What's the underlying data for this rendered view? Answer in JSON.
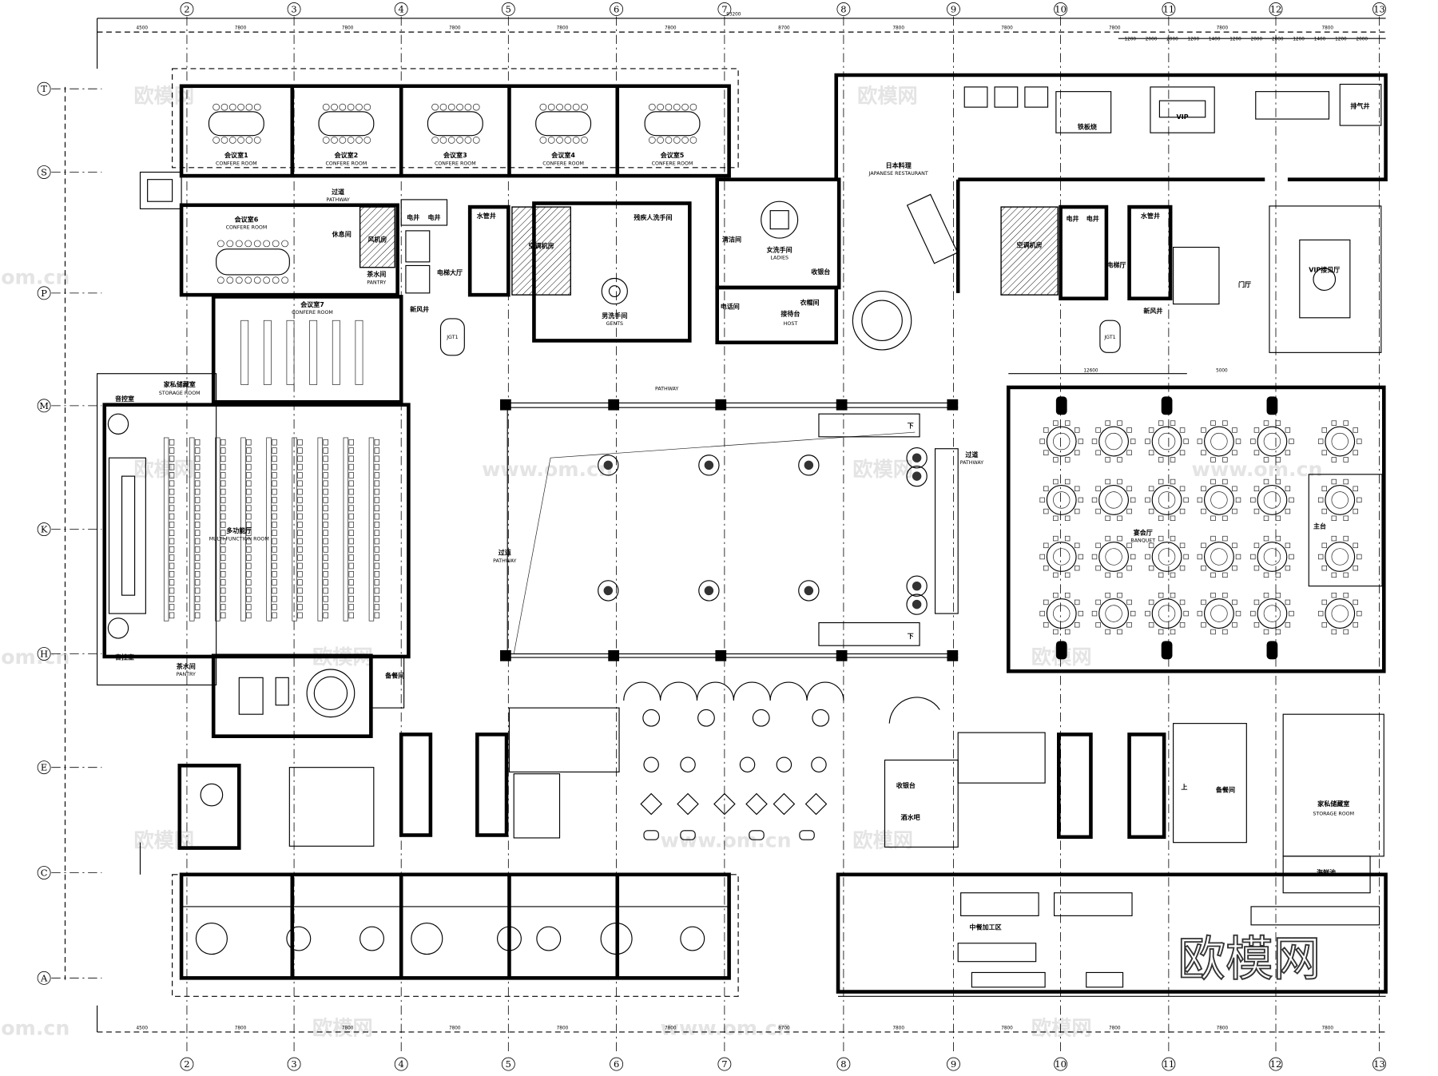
{
  "grid": {
    "columns": [
      "2",
      "3",
      "4",
      "5",
      "6",
      "7",
      "8",
      "9",
      "10",
      "11",
      "12",
      "13"
    ],
    "rows": [
      "T",
      "S",
      "P",
      "M",
      "K",
      "H",
      "E",
      "C",
      "A"
    ]
  },
  "dimensions": {
    "overall": "93200",
    "top_bays": [
      "4500",
      "7800",
      "7800",
      "7800",
      "7800",
      "7800",
      "8700",
      "7800",
      "7800",
      "7800",
      "7800",
      "7800"
    ],
    "sub_bays": [
      "1200",
      "2000",
      "2000",
      "1200",
      "1400",
      "1200",
      "2000",
      "2000",
      "1200",
      "1400",
      "1200",
      "2000"
    ],
    "banquet": [
      "12600",
      "5000"
    ]
  },
  "rooms": {
    "conf1": {
      "cn": "会议室1",
      "en": "CONFERE ROOM"
    },
    "conf2": {
      "cn": "会议室2",
      "en": "CONFERE ROOM"
    },
    "conf3": {
      "cn": "会议室3",
      "en": "CONFERE ROOM"
    },
    "conf4": {
      "cn": "会议室4",
      "en": "CONFERE ROOM"
    },
    "conf5": {
      "cn": "会议室5",
      "en": "CONFERE ROOM"
    },
    "conf6": {
      "cn": "会议室6",
      "en": "CONFERE ROOM"
    },
    "conf7": {
      "cn": "会议室7",
      "en": "CONFERE ROOM"
    },
    "pathway_top": {
      "cn": "过道",
      "en": "PATHWAY"
    },
    "rest_room": "休息间",
    "pantry": {
      "cn": "茶水间",
      "en": "PANTRY"
    },
    "fan_room": "风机房",
    "elec_shaft": "电井",
    "water_shaft": "水管井",
    "ac_room": "空调机房",
    "lift_lobby": "电梯大厅",
    "disabled_wc": "残疾人洗手间",
    "gents": {
      "cn": "男洗手间",
      "en": "GENTS"
    },
    "fresh_air": "新风井",
    "jgt": "JGT1",
    "ladies": {
      "cn": "女洗手间",
      "en": "LADIES"
    },
    "cleaning": "清洁间",
    "phone": "电话间",
    "cloak": "衣帽间",
    "host": {
      "cn": "接待台",
      "en": "HOST"
    },
    "japanese": {
      "cn": "日本料理",
      "en": "JAPANESE RESTAURANT"
    },
    "teppanyaki": "铁板烧",
    "vip": "VIP",
    "exhaust": "排气井",
    "lift_hall": "电梯厅",
    "foyer": "门厅",
    "vip_reception": "VIP接见厅",
    "storage_left": {
      "cn": "家私储藏室",
      "en": "STORAGE ROOM"
    },
    "sound_control": "音控室",
    "multi": {
      "cn": "多功能厅",
      "en": "MULTI-FUNCTION ROOM"
    },
    "pathway_atrium_top": "PATHWAY",
    "pathway_atrium_left": {
      "cn": "过道",
      "en": "PATHWAY"
    },
    "pathway_banquet": {
      "cn": "过道",
      "en": "PATHWAY"
    },
    "banquet": {
      "cn": "宴会厅",
      "en": "BANQUET"
    },
    "head_table": "主台",
    "pantry_left": "备餐间",
    "pantry_right": "备餐间",
    "cashier": "收银台",
    "beverage": "酒水吧",
    "kitchen": "中餐加工区",
    "storage_right": {
      "cn": "家私储藏室",
      "en": "STORAGE ROOM"
    },
    "seafood": "海鲜池",
    "down": "下",
    "up": "上"
  },
  "watermark": {
    "cn": "欧模网",
    "url": "www.om.cn",
    "short": "om.cn"
  }
}
